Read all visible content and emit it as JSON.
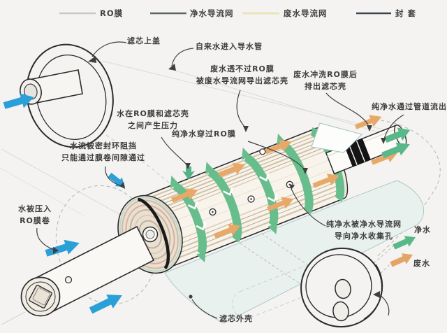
{
  "legend": {
    "items": [
      {
        "label": "RO膜",
        "line_color": "#c7c7c5"
      },
      {
        "label": "净水导流网",
        "line_color": "#5a665f"
      },
      {
        "label": "废水导流网",
        "line_color": "#e9e4ba"
      },
      {
        "label": "封 套",
        "line_color": "#3b4450"
      }
    ]
  },
  "annotations": {
    "top_cover": "滤芯上盖",
    "tap_water_in": "自来水进入导水管",
    "waste_blocked": {
      "line1": "废水透不过RO膜",
      "line2": "被废水导流网导出滤芯壳"
    },
    "waste_flush": {
      "line1": "废水冲洗RO膜后",
      "line2": "排出滤芯壳"
    },
    "pure_water_out": "纯净水通过管道流出",
    "pressure": {
      "line1": "水在RO膜和滤芯壳",
      "line2": "之间产生压力"
    },
    "pure_through": "纯净水穿过RO膜",
    "seal_block": {
      "line1": "水流被密封环阻挡",
      "line2": "只能通过膜卷间隙通过"
    },
    "pressed_in": {
      "line1": "水被压入",
      "line2": "RO膜卷"
    },
    "collect": {
      "line1": "纯净水被净水导流网",
      "line2": "导向净水收集孔"
    },
    "clean_water": "净水",
    "waste_water": "废水",
    "shell": "滤芯外壳"
  },
  "colors": {
    "background": "#f4f3f1",
    "ink": "#3e3e3e",
    "line_art": "#2b2b2b",
    "blue_arrow": "#2ba0d8",
    "green_flow": "#68bd8c",
    "orange_flow": "#e8a868",
    "membrane_beige": "#d2c4ab",
    "shell_teal": "#e9f1ef",
    "seal_black": "#1a1a1a"
  }
}
